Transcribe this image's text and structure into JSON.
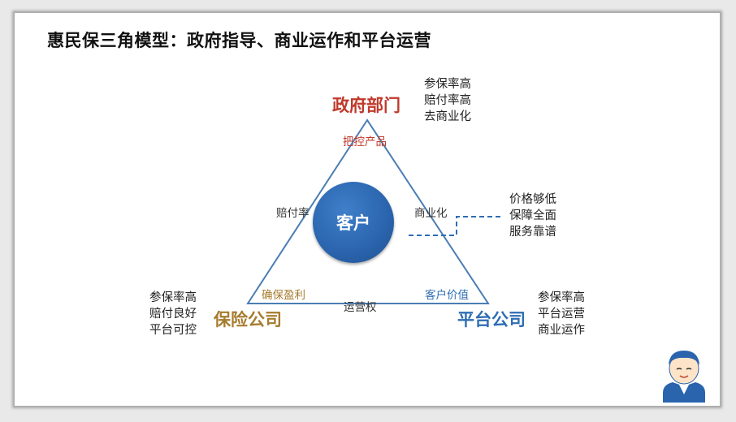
{
  "title": "惠民保三角模型：政府指导、商业运作和平台运营",
  "colors": {
    "government": "#c0392b",
    "insurer": "#a67c2e",
    "platform": "#2e6db4",
    "triangle": "#4a7db3",
    "customer": "#2a64ad"
  },
  "vertices": {
    "government": "政府部门",
    "insurer": "保险公司",
    "platform": "平台公司"
  },
  "vertex_notes": {
    "government": [
      "参保率高",
      "赔付率高",
      "去商业化"
    ],
    "insurer": [
      "参保率高",
      "赔付良好",
      "平台可控"
    ],
    "platform": [
      "参保率高",
      "平台运营",
      "商业运作"
    ]
  },
  "edge_labels": {
    "control_product": "把控产品",
    "payout_rate": "赔付率",
    "commercialization": "商业化",
    "ensure_profit": "确保盈利",
    "operation_right": "运营权",
    "customer_value": "客户价值"
  },
  "center": "客户",
  "customer_notes": [
    "价格够低",
    "保障全面",
    "服务靠谱"
  ]
}
